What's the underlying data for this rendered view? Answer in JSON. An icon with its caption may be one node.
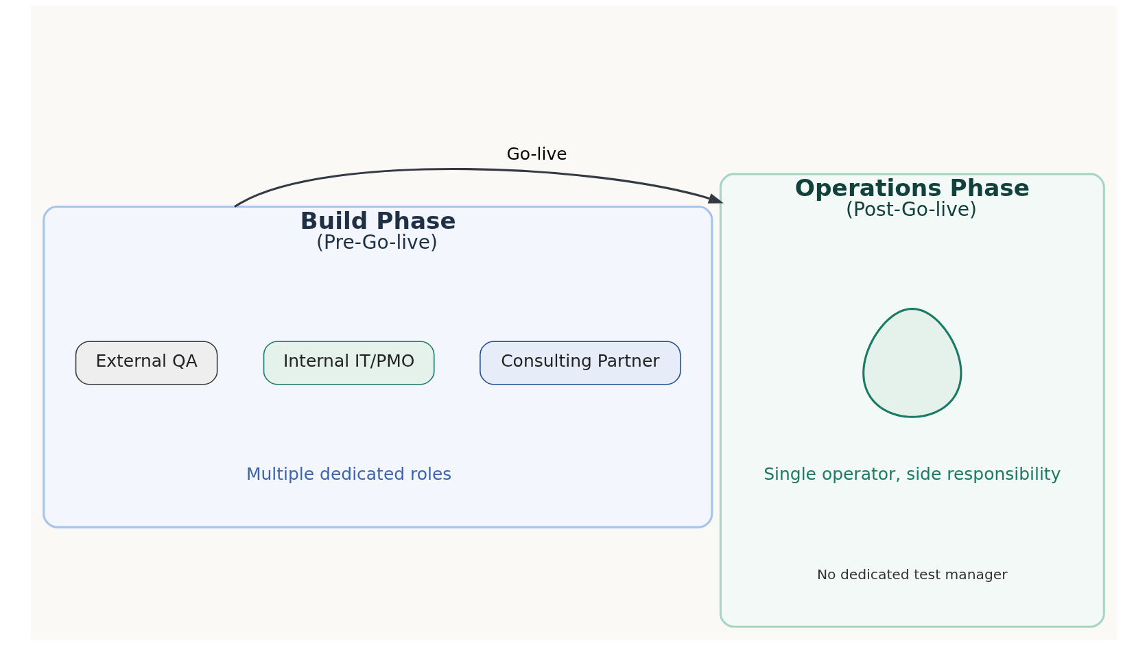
{
  "diagram": {
    "nodes": [
      {
        "text": [
          "Build Phase",
          "(Pre-Go-live)"
        ]
      },
      {
        "text": [
          "Consulting Partner"
        ],
        "in": 0
      },
      {
        "text": [
          "Internal IT/PMO"
        ],
        "in": 0
      },
      {
        "text": [
          "External QA"
        ],
        "in": 0
      },
      {
        "text": [
          "Operations Phase",
          "(Post-Go-live)"
        ]
      },
      {
        "text": [],
        "shape": "person",
        "in": 4
      }
    ],
    "edges": [
      {
        "from": 0,
        "to": 4,
        "arrow": "to",
        "label": "Go-live"
      }
    ],
    "labels": [
      "Multiple dedicated roles",
      "Single operator, side responsibility",
      "No dedicated test manager"
    ]
  }
}
